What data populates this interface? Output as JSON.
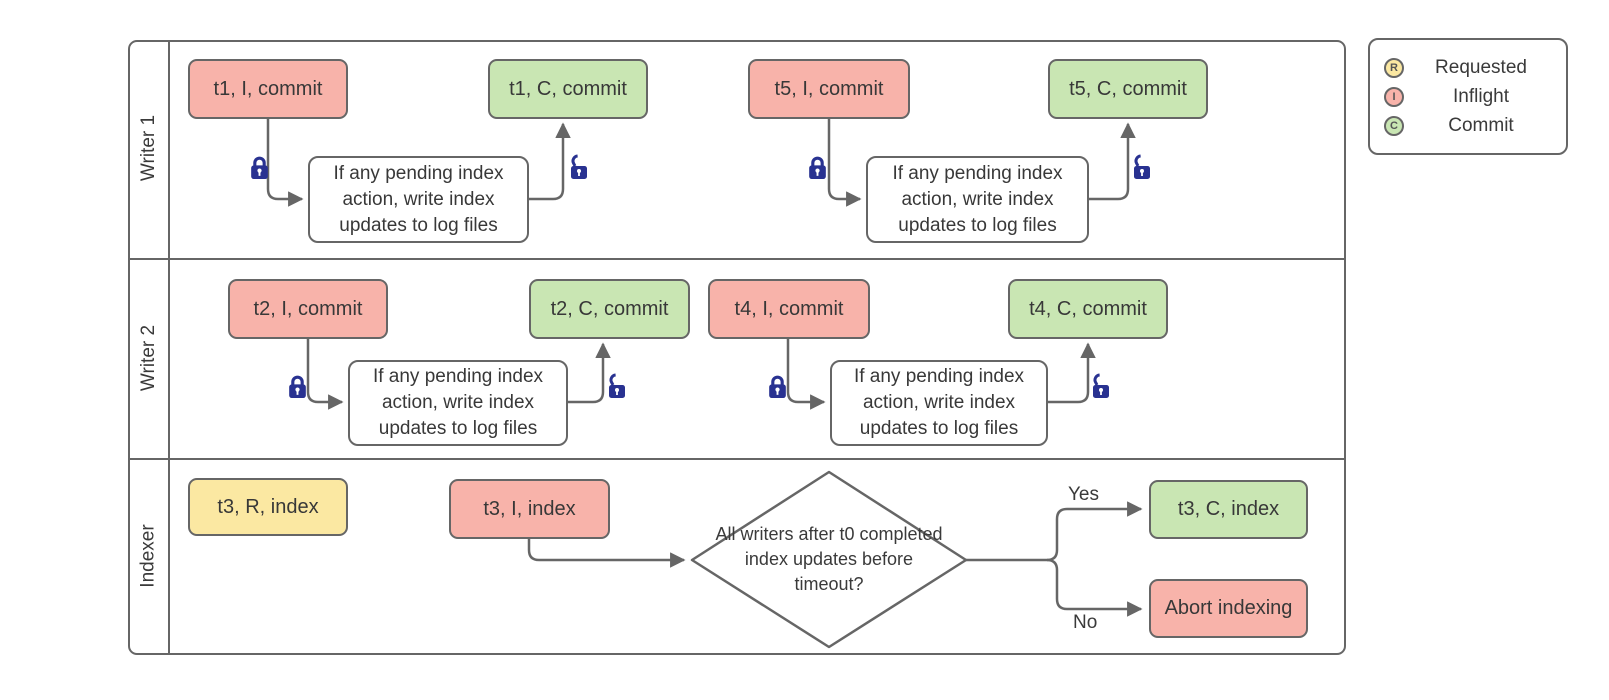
{
  "colors": {
    "requested_fill": "#FBE8A2",
    "inflight_fill": "#F8B3AA",
    "commit_fill": "#C9E6B3",
    "lock_blue": "#293291",
    "line_gray": "#666666"
  },
  "lanes": [
    {
      "label": "Writer 1"
    },
    {
      "label": "Writer 2"
    },
    {
      "label": "Indexer"
    }
  ],
  "writer1": {
    "t1_inflight": "t1, I, commit",
    "t1_commit": "t1, C, commit",
    "t1_process": "If any pending index action, write index updates to log files",
    "t5_inflight": "t5, I, commit",
    "t5_commit": "t5, C, commit",
    "t5_process": "If any pending index action, write index updates to log files"
  },
  "writer2": {
    "t2_inflight": "t2, I, commit",
    "t2_commit": "t2, C, commit",
    "t2_process": "If any pending index action, write index updates to log files",
    "t4_inflight": "t4, I, commit",
    "t4_commit": "t4, C, commit",
    "t4_process": "If any pending index action, write index updates to log files"
  },
  "indexer": {
    "t3_requested": "t3, R, index",
    "t3_inflight": "t3, I, index",
    "decision": "All writers after t0 completed index updates before timeout?",
    "yes_label": "Yes",
    "no_label": "No",
    "t3_commit": "t3, C, index",
    "abort": "Abort indexing"
  },
  "legend": {
    "items": [
      {
        "letter": "R",
        "label": "Requested"
      },
      {
        "letter": "I",
        "label": "Inflight"
      },
      {
        "letter": "C",
        "label": "Commit"
      }
    ]
  }
}
